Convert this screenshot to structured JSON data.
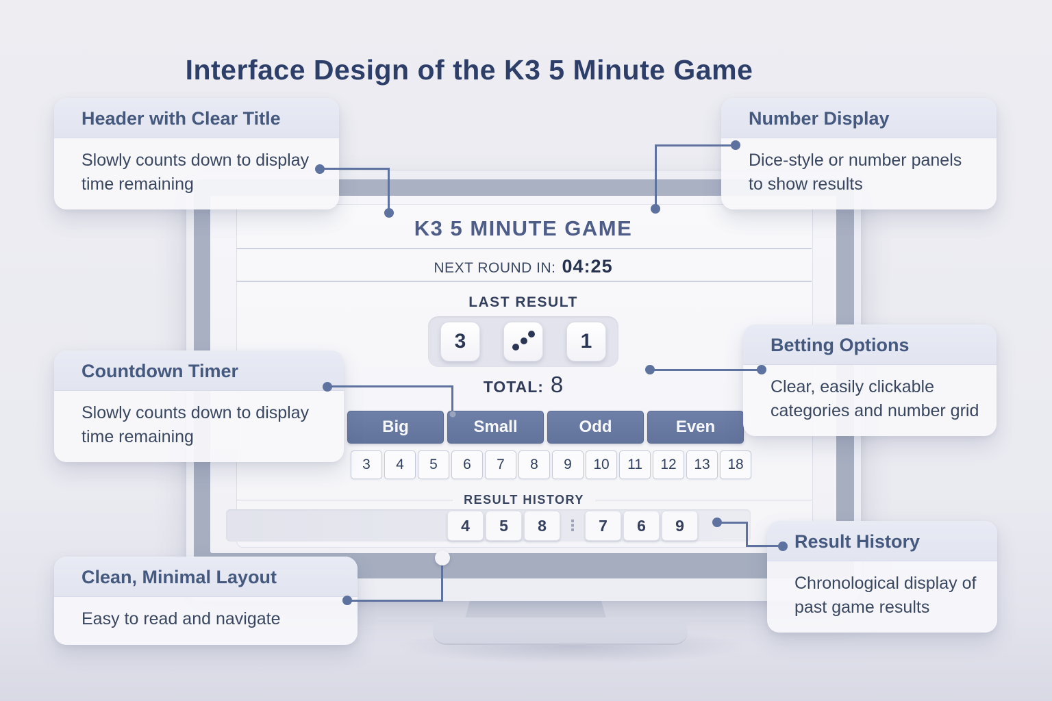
{
  "page_title": "Interface Design of the K3 5 Minute Game",
  "callouts": {
    "header": {
      "title": "Header with Clear Title",
      "body": "Slowly counts down to display time remaining"
    },
    "number_display": {
      "title": "Number Display",
      "body": "Dice-style or number panels to show results"
    },
    "countdown": {
      "title": "Countdown Timer",
      "body": "Slowly counts down to display time remaining"
    },
    "betting": {
      "title": "Betting Options",
      "body": "Clear, easily clickable categories and number grid"
    },
    "layout": {
      "title": "Clean, Minimal Layout",
      "body": "Easy to read and navigate"
    },
    "history": {
      "title": "Result History",
      "body": "Chronological display of past game results"
    }
  },
  "screen": {
    "title": "K3 5 MINUTE GAME",
    "next_round_label": "NEXT ROUND IN:",
    "next_round_time": "04:25",
    "last_result_label": "LAST RESULT",
    "dice": [
      {
        "type": "number",
        "value": "3"
      },
      {
        "type": "pips",
        "value": "3"
      },
      {
        "type": "number",
        "value": "1"
      }
    ],
    "total_label": "TOTAL:",
    "total_value": "8",
    "bet_buttons": [
      "Big",
      "Small",
      "Odd",
      "Even"
    ],
    "number_grid": [
      "3",
      "4",
      "5",
      "6",
      "7",
      "8",
      "9",
      "10",
      "11",
      "12",
      "13",
      "18"
    ],
    "history_label": "RESULT HISTORY",
    "history_values": [
      "4",
      "5",
      "8",
      "⋮",
      "7",
      "6",
      "9"
    ]
  },
  "colors": {
    "accent_connector": "#5e72a0",
    "bet_button": "#64759e",
    "monitor_bezel": "#a8afc1",
    "title_text": "#2d3f69",
    "screen_text": "#4d5d87"
  }
}
